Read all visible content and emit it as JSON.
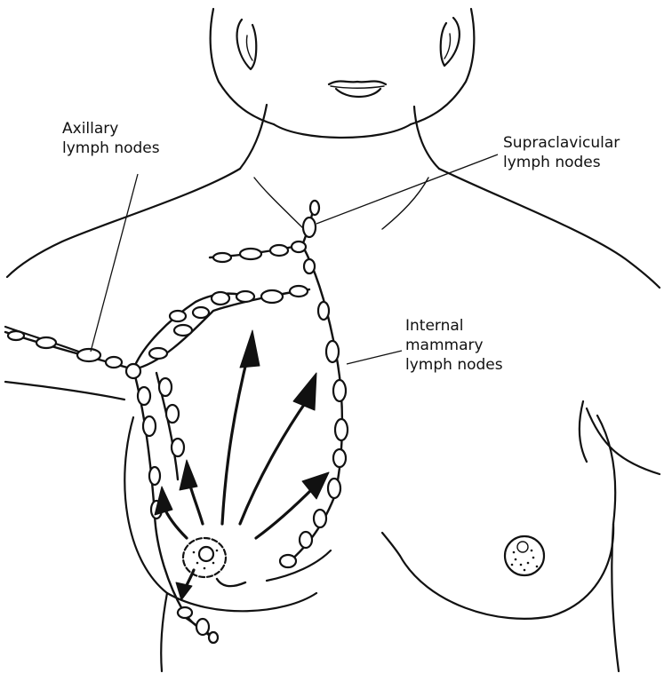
{
  "labels": {
    "axillary": [
      "Axillary",
      "lymph nodes"
    ],
    "supraclavicular": [
      "Supraclavicular",
      "lymph nodes"
    ],
    "internal_mammary": [
      "Internal",
      "mammary",
      "lymph nodes"
    ]
  },
  "colors": {
    "ink": "#111111",
    "background": "#ffffff"
  }
}
